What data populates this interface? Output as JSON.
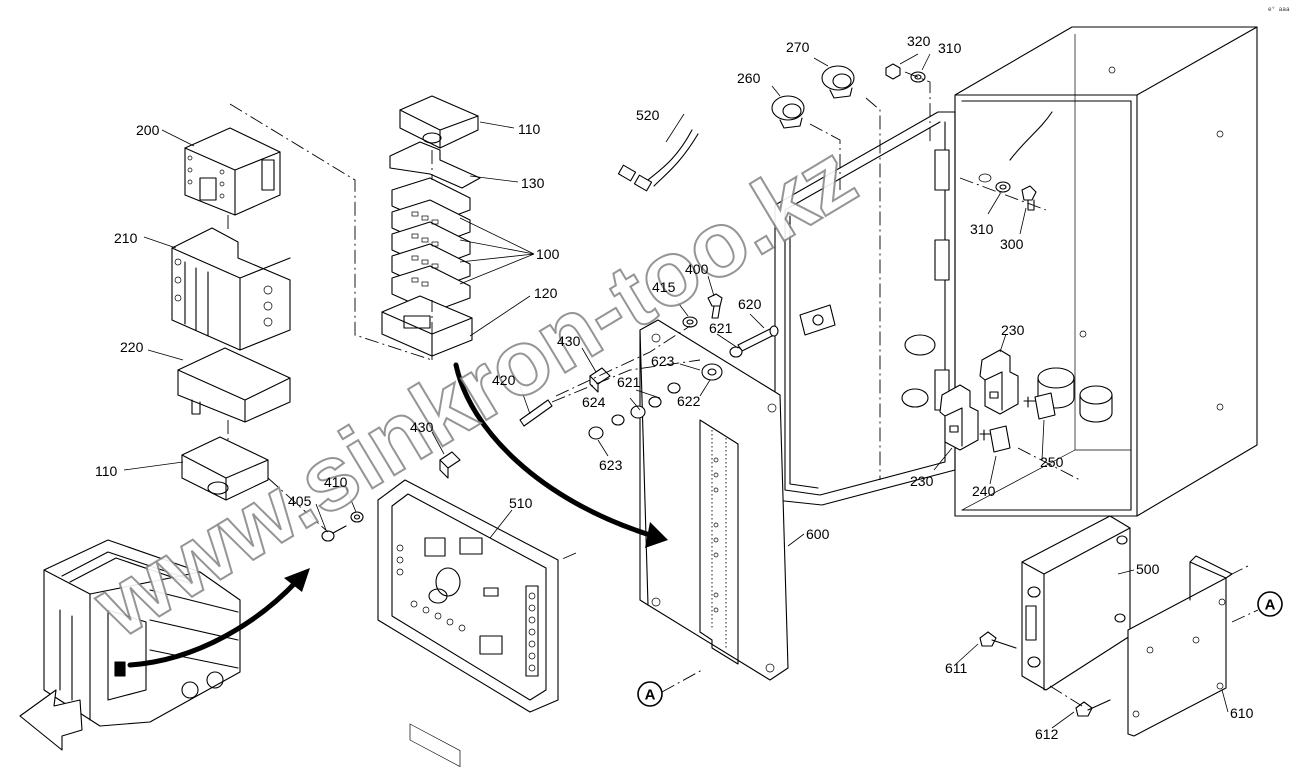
{
  "corner_code": "e° aaa",
  "watermark": "www.sinkron-too.kz",
  "section_marks": [
    "A",
    "A"
  ],
  "callouts": [
    {
      "id": "c200",
      "text": "200"
    },
    {
      "id": "c210",
      "text": "210"
    },
    {
      "id": "c220",
      "text": "220"
    },
    {
      "id": "c110a",
      "text": "110"
    },
    {
      "id": "c110b",
      "text": "110"
    },
    {
      "id": "c130",
      "text": "130"
    },
    {
      "id": "c100",
      "text": "100"
    },
    {
      "id": "c120",
      "text": "120"
    },
    {
      "id": "c520",
      "text": "520"
    },
    {
      "id": "c260",
      "text": "260"
    },
    {
      "id": "c270",
      "text": "270"
    },
    {
      "id": "c320",
      "text": "320"
    },
    {
      "id": "c310a",
      "text": "310"
    },
    {
      "id": "c310b",
      "text": "310"
    },
    {
      "id": "c300",
      "text": "300"
    },
    {
      "id": "c400",
      "text": "400"
    },
    {
      "id": "c415",
      "text": "415"
    },
    {
      "id": "c620",
      "text": "620"
    },
    {
      "id": "c621a",
      "text": "621"
    },
    {
      "id": "c621b",
      "text": "621"
    },
    {
      "id": "c623a",
      "text": "623"
    },
    {
      "id": "c623b",
      "text": "623"
    },
    {
      "id": "c624",
      "text": "624"
    },
    {
      "id": "c622",
      "text": "622"
    },
    {
      "id": "c430a",
      "text": "430"
    },
    {
      "id": "c430b",
      "text": "430"
    },
    {
      "id": "c420",
      "text": "420"
    },
    {
      "id": "c405",
      "text": "405"
    },
    {
      "id": "c410",
      "text": "410"
    },
    {
      "id": "c510",
      "text": "510"
    },
    {
      "id": "c600",
      "text": "600"
    },
    {
      "id": "c230a",
      "text": "230"
    },
    {
      "id": "c230b",
      "text": "230"
    },
    {
      "id": "c240",
      "text": "240"
    },
    {
      "id": "c250",
      "text": "250"
    },
    {
      "id": "c500",
      "text": "500"
    },
    {
      "id": "c611",
      "text": "611"
    },
    {
      "id": "c612",
      "text": "612"
    },
    {
      "id": "c610",
      "text": "610"
    }
  ]
}
